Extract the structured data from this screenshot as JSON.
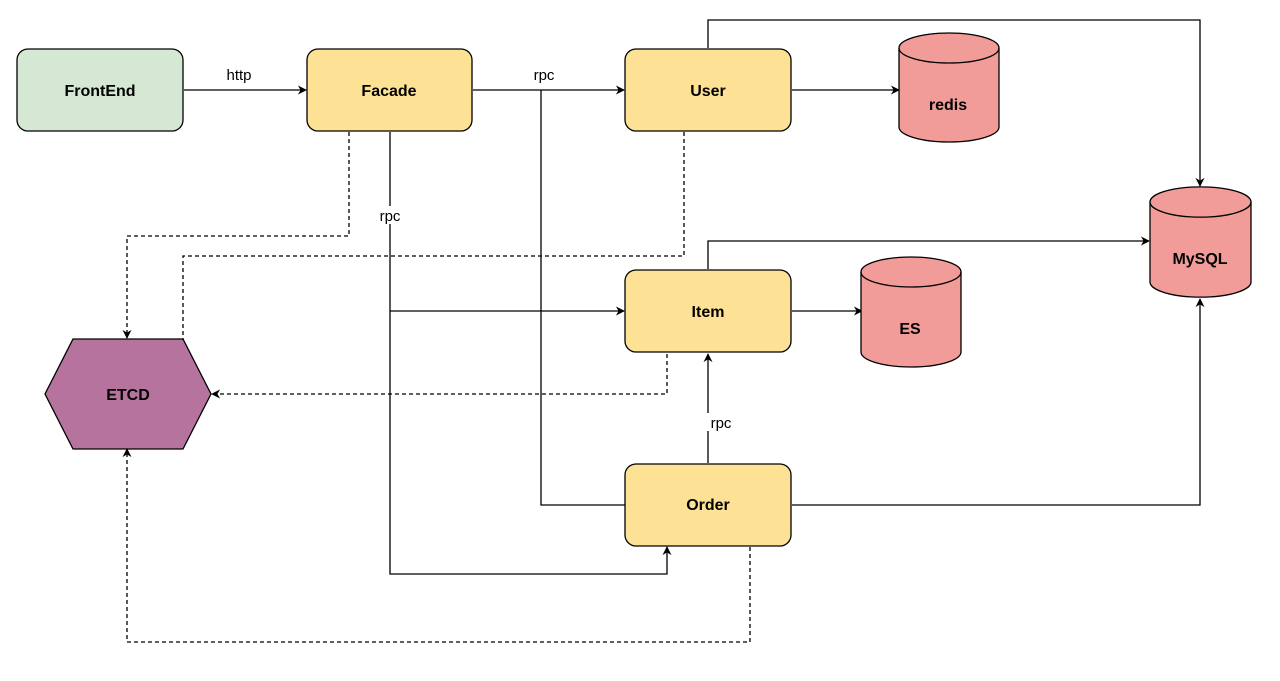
{
  "nodes": {
    "frontend": {
      "label": "FrontEnd",
      "fill": "#d5e8d4"
    },
    "facade": {
      "label": "Facade",
      "fill": "#fde296"
    },
    "user": {
      "label": "User",
      "fill": "#fde296"
    },
    "item": {
      "label": "Item",
      "fill": "#fde296"
    },
    "order": {
      "label": "Order",
      "fill": "#fde296"
    },
    "redis": {
      "label": "redis",
      "fill": "#f19c99"
    },
    "mysql": {
      "label": "MySQL",
      "fill": "#f19c99"
    },
    "es": {
      "label": "ES",
      "fill": "#f19c99"
    },
    "etcd": {
      "label": "ETCD",
      "fill": "#b5739d"
    }
  },
  "edge_labels": {
    "http": "http",
    "rpc_facade_user": "rpc",
    "rpc_facade_item": "rpc",
    "rpc_order_item": "rpc"
  },
  "colors": {
    "stroke": "#000000",
    "background": "#ffffff"
  }
}
